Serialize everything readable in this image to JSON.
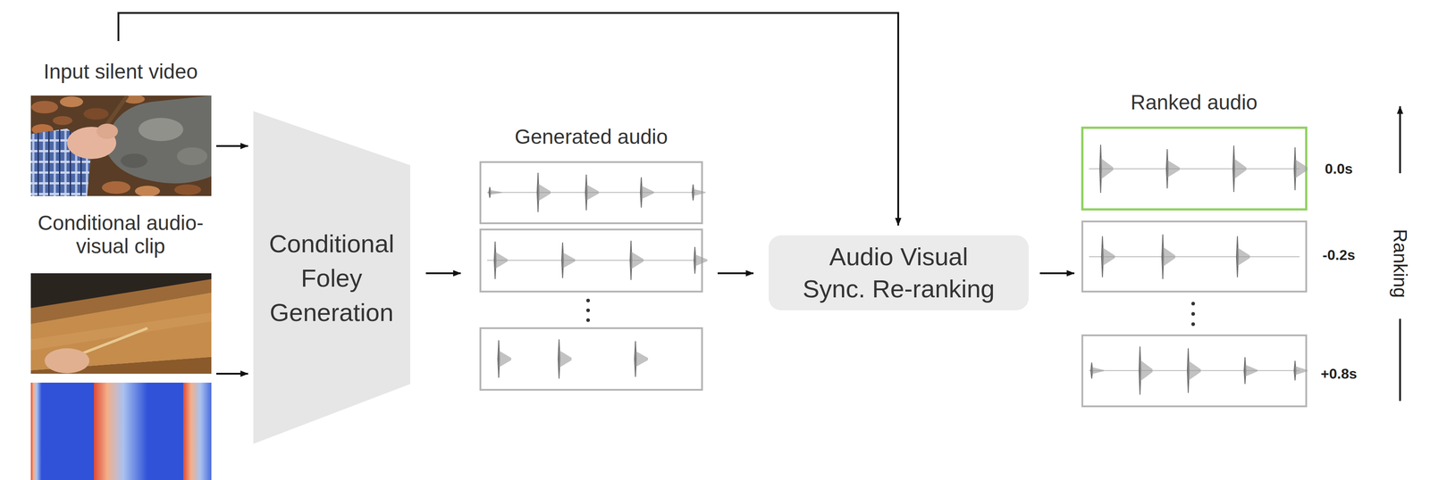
{
  "diagram": {
    "nodes": [
      {
        "text": [
          "Input silent video"
        ]
      },
      {
        "text": [
          "Conditional audio-visual clip"
        ]
      },
      {
        "text": [
          "Conditional Foley Generation"
        ]
      },
      {
        "text": [
          "Generated audio"
        ]
      },
      {
        "text": [
          "Audio Visual Sync. Re-ranking"
        ]
      },
      {
        "text": [
          "Ranked audio"
        ]
      }
    ],
    "edges": [
      {
        "from": 0,
        "to": 2,
        "arrow": "to"
      },
      {
        "from": 1,
        "to": 2,
        "arrow": "to"
      },
      {
        "from": 2,
        "to": 3,
        "arrow": "to"
      },
      {
        "from": 0,
        "to": 4,
        "arrow": "to"
      },
      {
        "from": 3,
        "to": 4,
        "arrow": "to"
      },
      {
        "from": 4,
        "to": 5,
        "arrow": "to"
      }
    ],
    "labels": [
      "0.0s",
      "-0.2s",
      "+0.8s",
      "Ranking"
    ]
  }
}
